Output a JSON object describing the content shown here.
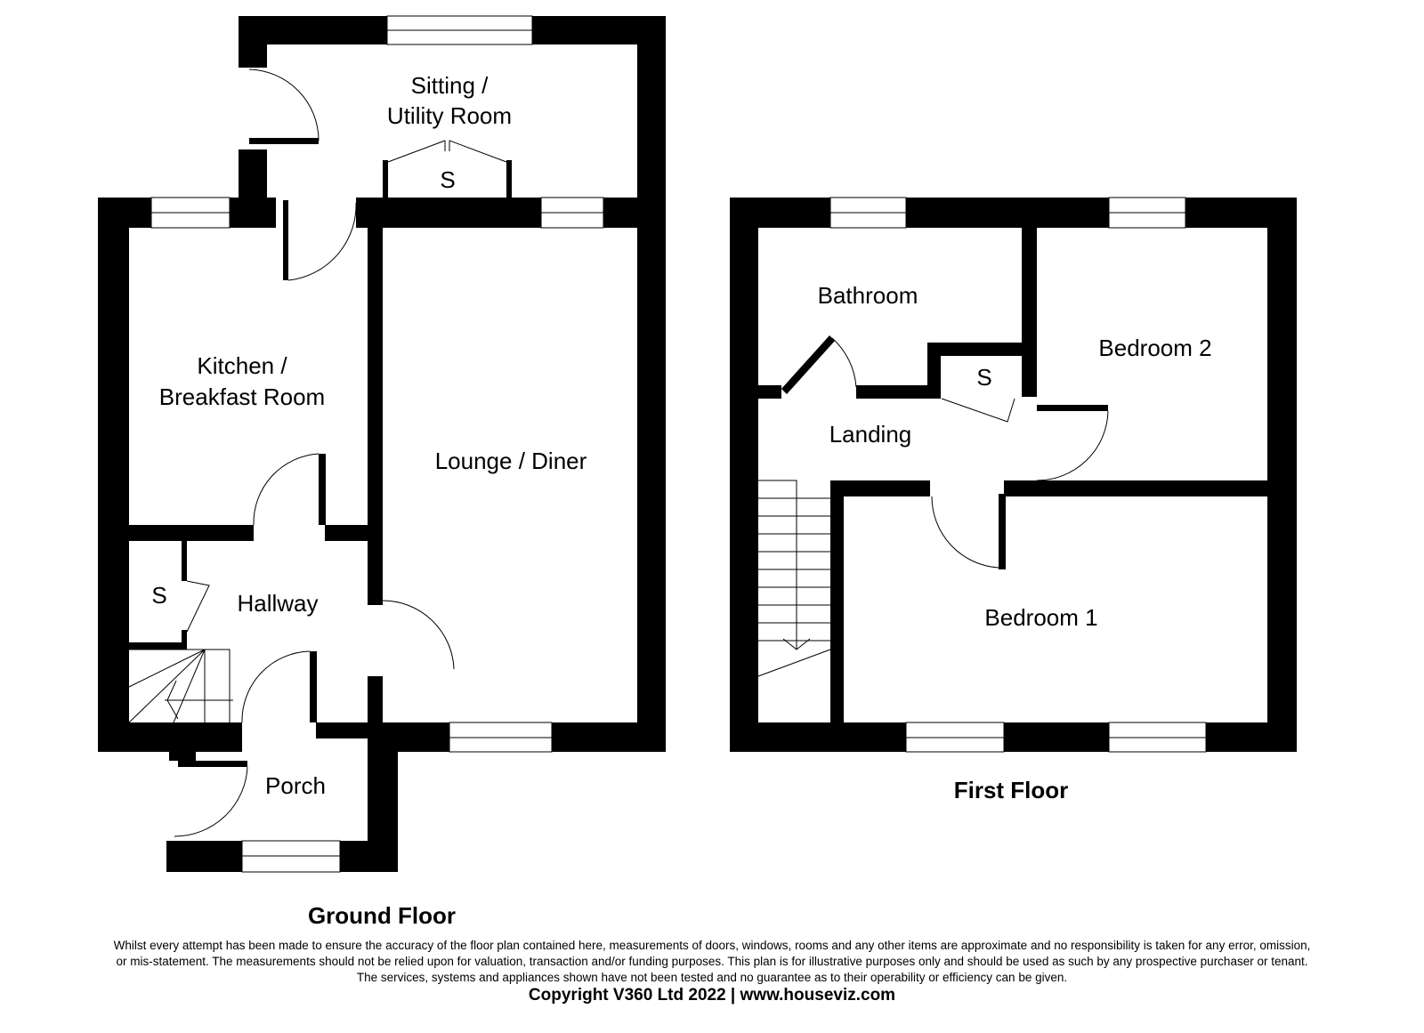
{
  "ground_floor": {
    "title": "Ground Floor",
    "rooms": {
      "sitting_line1": "Sitting /",
      "sitting_line2": "Utility Room",
      "sitting_store": "S",
      "kitchen_line1": "Kitchen /",
      "kitchen_line2": "Breakfast Room",
      "lounge": "Lounge / Diner",
      "hallway": "Hallway",
      "hall_store": "S",
      "porch": "Porch"
    }
  },
  "first_floor": {
    "title": "First Floor",
    "rooms": {
      "bathroom": "Bathroom",
      "bedroom2": "Bedroom 2",
      "landing": "Landing",
      "landing_store": "S",
      "bedroom1": "Bedroom 1"
    }
  },
  "footer": {
    "disclaimer_1": "Whilst every attempt has been made to ensure the accuracy of the floor plan contained here, measurements of doors, windows, rooms and any other items are approximate and no responsibility is taken for any error, omission,",
    "disclaimer_2": "or mis-statement. The measurements should not be relied upon for valuation, transaction and/or funding purposes. This plan is for illustrative purposes only and should be used as such by any prospective purchaser or tenant.",
    "disclaimer_3": "The services, systems and appliances shown have not been tested and no guarantee as to their operability or efficiency can be given.",
    "copyright": "Copyright V360 Ltd 2022 | www.houseviz.com"
  }
}
